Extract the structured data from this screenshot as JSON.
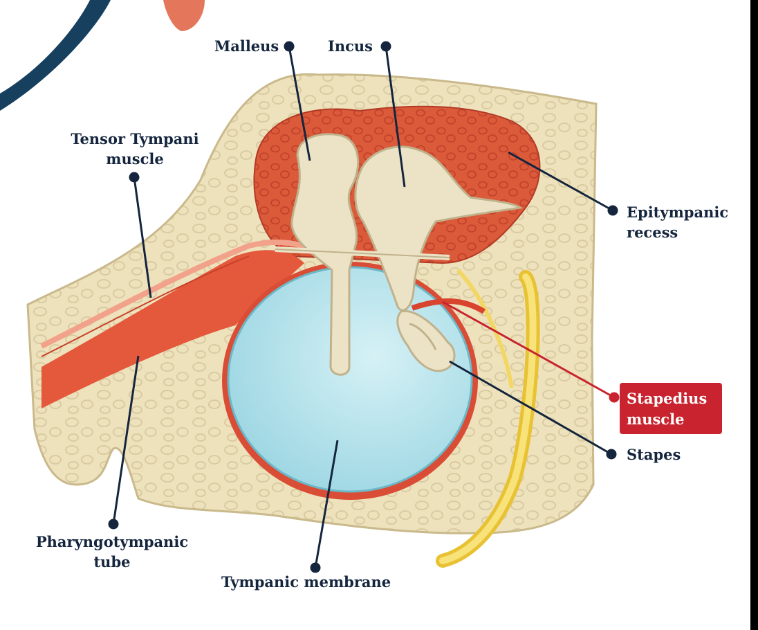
{
  "labels": {
    "malleus": "Malleus",
    "incus": "Incus",
    "tensor_tympani": "Tensor Tympani muscle",
    "epitympanic_recess": "Epitympanic recess",
    "stapedius_muscle": "Stapedius muscle",
    "stapes": "Stapes",
    "pharyngotympanic_tube": "Pharyngotympanic tube",
    "tympanic_membrane": "Tympanic membrane"
  },
  "highlighted_label": "stapedius_muscle",
  "colors": {
    "bone": "#eee2bd",
    "bone_texture": "#d9cba1",
    "muscle": "#e4583c",
    "tissue": "#d9512f",
    "membrane": "#a9dfe8",
    "nerve": "#f6d74a",
    "ossicle": "#ece3c6",
    "leader_line": "#14253d",
    "highlight_box": "#c8232e"
  }
}
